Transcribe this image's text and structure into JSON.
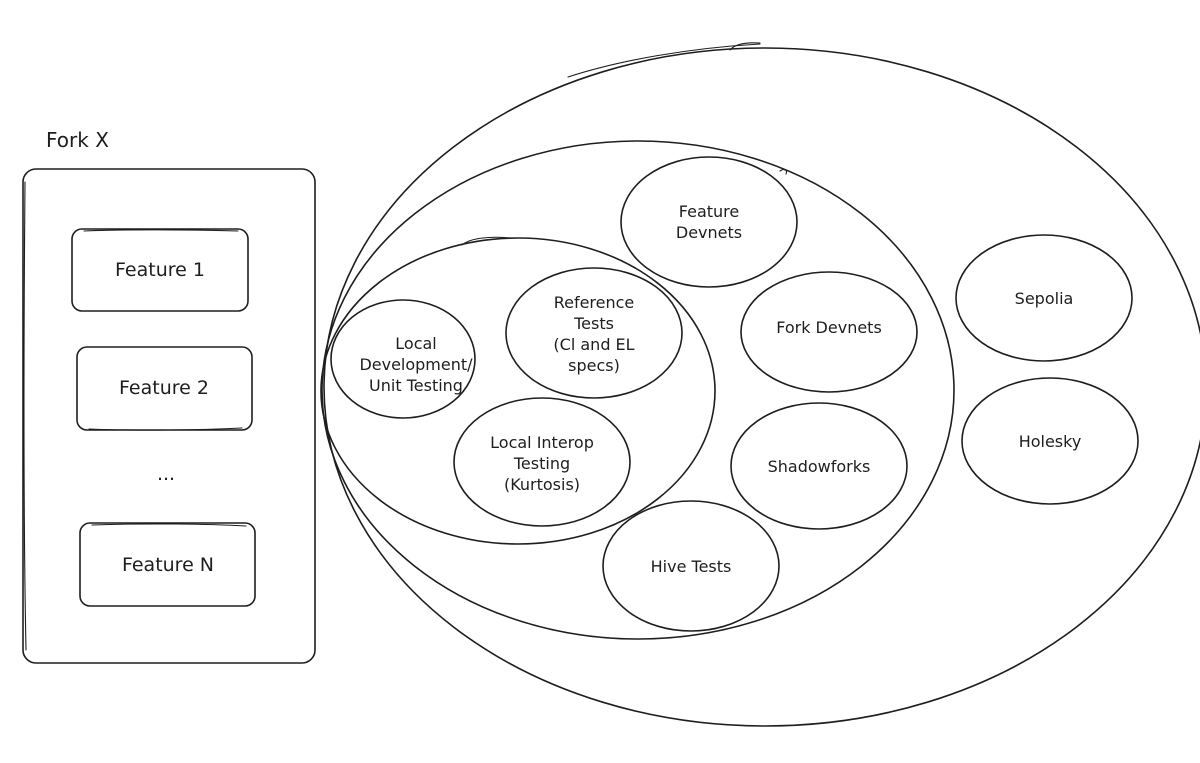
{
  "fork": {
    "title": "Fork X",
    "features": [
      {
        "label": "Feature 1"
      },
      {
        "label": "Feature 2"
      },
      {
        "label": "..."
      },
      {
        "label": "Feature N"
      }
    ]
  },
  "testing": {
    "local": {
      "dev": [
        "Local",
        "Development/",
        "Unit Testing"
      ],
      "reference": [
        "Reference",
        "Tests",
        "(Cl and EL",
        "specs)"
      ],
      "interop": [
        "Local Interop",
        "Testing",
        "(Kurtosis)"
      ]
    },
    "devnets": {
      "feature": [
        "Feature",
        "Devnets"
      ],
      "fork": [
        "Fork Devnets"
      ],
      "shadowforks": [
        "Shadowforks"
      ],
      "hive": [
        "Hive Tests"
      ]
    },
    "testnets": {
      "sepolia": [
        "Sepolia"
      ],
      "holesky": [
        "Holesky"
      ]
    }
  }
}
